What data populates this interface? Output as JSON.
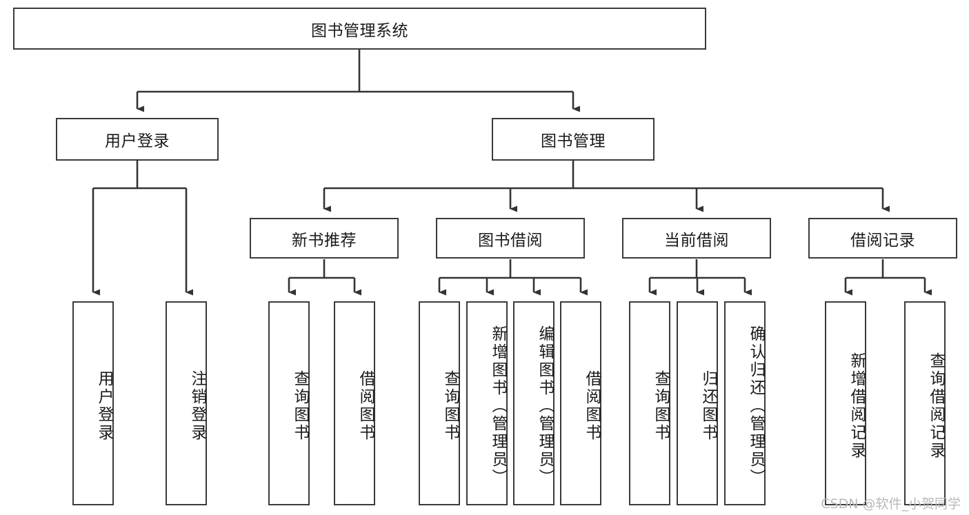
{
  "diagram": {
    "title": "图书管理系统",
    "type": "hierarchy-tree",
    "watermark": "CSDN @软件_小贺同学",
    "colors": {
      "box_border": "#3a3a3a",
      "box_fill": "#ffffff",
      "connector": "#333333",
      "text": "#1a1a1a",
      "watermark": "#b9b9b9"
    },
    "levels": [
      {
        "level": 1,
        "nodes": [
          {
            "id": "root",
            "label": "图书管理系统",
            "orientation": "horizontal"
          }
        ]
      },
      {
        "level": 2,
        "nodes": [
          {
            "id": "user-login",
            "label": "用户登录",
            "orientation": "horizontal",
            "parent": "root"
          },
          {
            "id": "book-manage",
            "label": "图书管理",
            "orientation": "horizontal",
            "parent": "root"
          }
        ]
      },
      {
        "level": 3,
        "nodes": [
          {
            "id": "new-book-rec",
            "label": "新书推荐",
            "orientation": "horizontal",
            "parent": "book-manage"
          },
          {
            "id": "book-borrow",
            "label": "图书借阅",
            "orientation": "horizontal",
            "parent": "book-manage"
          },
          {
            "id": "current-borrow",
            "label": "当前借阅",
            "orientation": "horizontal",
            "parent": "book-manage"
          },
          {
            "id": "borrow-record",
            "label": "借阅记录",
            "orientation": "horizontal",
            "parent": "book-manage"
          }
        ]
      },
      {
        "level": 4,
        "nodes": [
          {
            "id": "leaf-user-login",
            "label": "用户登录",
            "orientation": "vertical",
            "parent": "user-login"
          },
          {
            "id": "leaf-logout-login",
            "label": "注销登录",
            "orientation": "vertical",
            "parent": "user-login"
          },
          {
            "id": "leaf-query-book-1",
            "label": "查询图书",
            "orientation": "vertical",
            "parent": "new-book-rec"
          },
          {
            "id": "leaf-borrow-book-1",
            "label": "借阅图书",
            "orientation": "vertical",
            "parent": "new-book-rec"
          },
          {
            "id": "leaf-query-book-2",
            "label": "查询图书",
            "orientation": "vertical",
            "parent": "book-borrow"
          },
          {
            "id": "leaf-add-book",
            "label": "新增图书（管理员）",
            "orientation": "vertical",
            "parent": "book-borrow"
          },
          {
            "id": "leaf-edit-book",
            "label": "编辑图书（管理员）",
            "orientation": "vertical",
            "parent": "book-borrow"
          },
          {
            "id": "leaf-borrow-book-2",
            "label": "借阅图书",
            "orientation": "vertical",
            "parent": "book-borrow"
          },
          {
            "id": "leaf-query-book-3",
            "label": "查询图书",
            "orientation": "vertical",
            "parent": "current-borrow"
          },
          {
            "id": "leaf-return-book",
            "label": "归还图书",
            "orientation": "vertical",
            "parent": "current-borrow"
          },
          {
            "id": "leaf-confirm-return",
            "label": "确认归还（管理员）",
            "orientation": "vertical",
            "parent": "current-borrow"
          },
          {
            "id": "leaf-add-record",
            "label": "新增借阅记录",
            "orientation": "vertical",
            "parent": "borrow-record"
          },
          {
            "id": "leaf-query-record",
            "label": "查询借阅记录",
            "orientation": "vertical",
            "parent": "borrow-record"
          }
        ]
      }
    ]
  }
}
